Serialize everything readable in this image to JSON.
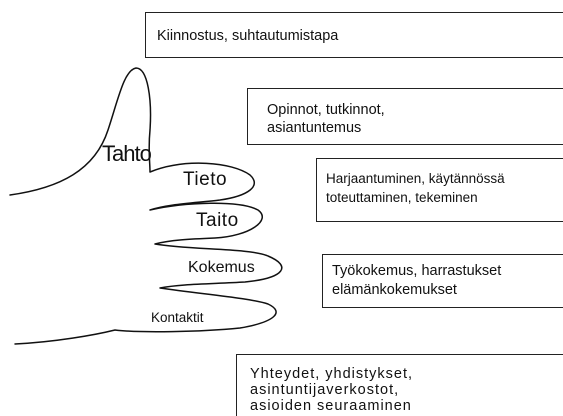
{
  "hand_labels": {
    "tahto": "Tahto",
    "tieto": "Tieto",
    "taito": "Taito",
    "kokemus": "Kokemus",
    "kontaktit": "Kontaktit"
  },
  "boxes": {
    "kiinnostus": "Kiinnostus, suhtautumistapa",
    "opinnot": "Opinnot, tutkinnot,\nasiantuntemus",
    "harjaantuminen": "Harjaantuminen, käytännössä\ntoteuttaminen, tekeminen",
    "tyokokemus": "Työkokemus, harrastukset\nelämänkokemukset",
    "yhteydet": "Yhteydet, yhdistykset,\nasintuntijaverkostot,\nasioiden seuraaminen"
  },
  "colors": {
    "line": "#111111",
    "box_border": "#222222",
    "background": "#ffffff"
  }
}
